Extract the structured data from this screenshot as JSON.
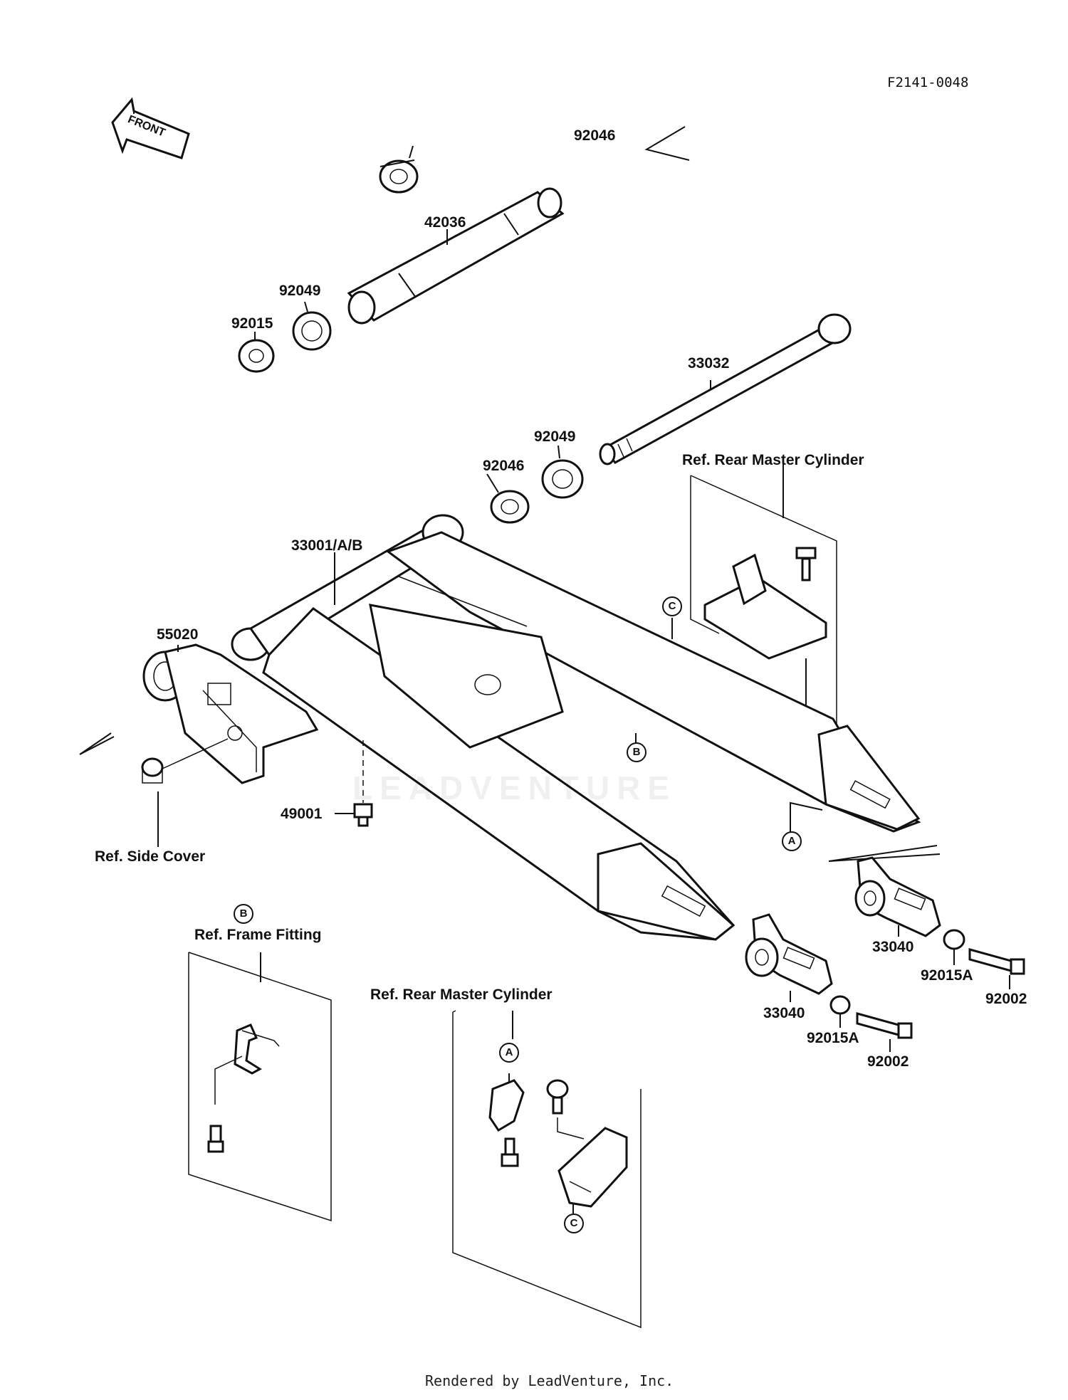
{
  "drawing_id": "F2141-0048",
  "front_badge": "FRONT",
  "watermark": "LEADVENTURE",
  "footer": "Rendered by LeadVenture, Inc.",
  "callout_letters": {
    "a": "A",
    "b": "B",
    "c": "C"
  },
  "refs": {
    "rear_master_cylinder": "Ref. Rear Master Cylinder",
    "side_cover": "Ref. Side Cover",
    "frame_fitting": "Ref. Frame Fitting"
  },
  "parts": {
    "p92046_top": "92046",
    "p42036": "42036",
    "p92049_top": "92049",
    "p92015": "92015",
    "p33032": "33032",
    "p92049_mid": "92049",
    "p92046_mid": "92046",
    "p33001": "33001/A/B",
    "p55020": "55020",
    "p49001": "49001",
    "p33040_right": "33040",
    "p92015A_right": "92015A",
    "p92002_right": "92002",
    "p33040_left": "33040",
    "p92015A_left": "92015A",
    "p92002_left": "92002"
  }
}
